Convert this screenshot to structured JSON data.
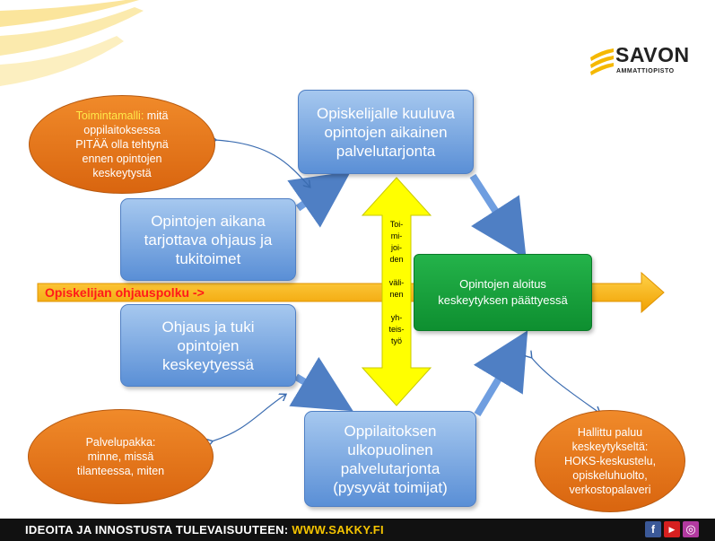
{
  "logo": {
    "title": "SAVON",
    "subtitle": "AMMATTIOPISTO"
  },
  "path_label": "Opiskelijan ohjauspolku ->",
  "boxes": {
    "top": "Opiskelijalle kuuluva\nopintojen aikainen\npalvelutarjonta",
    "left_upper": "Opintojen aikana\ntarjottava ohjaus ja\ntukitoimet",
    "left_lower": "Ohjaus ja tuki\nopintojen\nkeskeytyessä",
    "bottom": "Oppilaitoksen\nulkopuolinen\npalvelutarjonta\n(pysyvät toimijat)",
    "green": "Opintojen aloitus\nkeskeytyksen päättyessä"
  },
  "ovals": {
    "top_left": {
      "label": "Toimintamalli:",
      "text": " mitä\noppilaitoksessa\nPITÄÄ olla tehtynä\nennen opintojen\nkeskeytystä"
    },
    "bottom_left": "Palvelupakka:\nminne, missä\ntilanteessa, miten",
    "bottom_right": "Hallittu paluu\nkeskeytykseltä:\nHOKS-keskustelu,\nopiskeluhuolto,\nverkostopalaveri"
  },
  "middle_text": "Toi-\nmi-\njoi-\nden\n\nväli-\nnen\n\nyh-\nteis-\ntyö",
  "footer": {
    "text": "IDEOITA JA INNOSTUSTA TULEVAISUUTEEN: ",
    "url": "WWW.SAKKY.FI"
  },
  "social": {
    "facebook": "f",
    "youtube": "▶",
    "instagram": "◎"
  },
  "colors": {
    "blue_box": "#5a8fd6",
    "green_box": "#13a03a",
    "orange_oval": "#e8731a",
    "path_arrow": "#f5a800",
    "mid_arrow": "#ffff00",
    "footer": "#111111",
    "url": "#f5c400"
  }
}
